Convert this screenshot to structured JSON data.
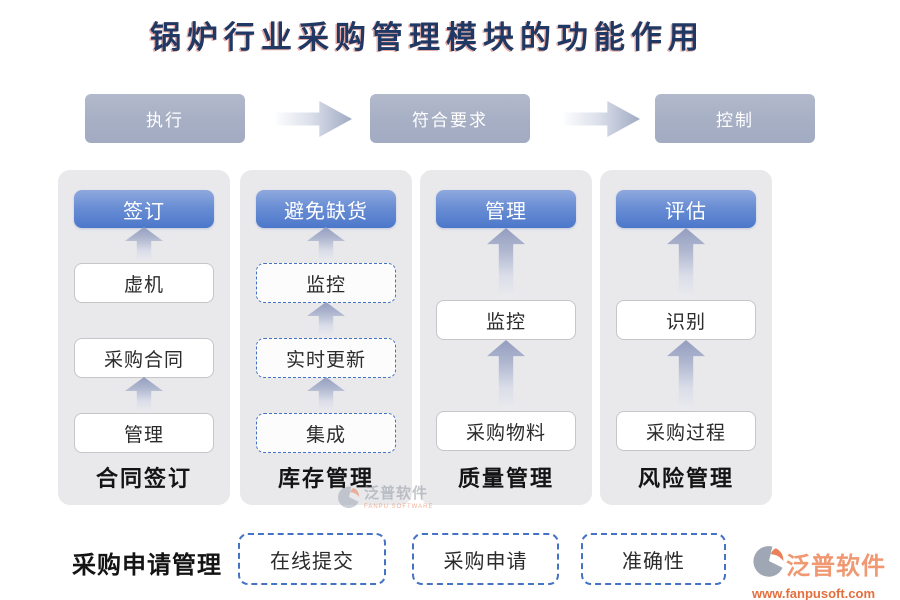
{
  "title": "锅炉行业采购管理模块的功能作用",
  "top_flow": {
    "steps": [
      "执行",
      "符合要求",
      "控制"
    ]
  },
  "columns": [
    {
      "header": "签订",
      "items": [
        "虚机",
        "采购合同",
        "管理"
      ],
      "footer": "合同签订"
    },
    {
      "header": "避免缺货",
      "items": [
        "监控",
        "实时更新",
        "集成"
      ],
      "footer": "库存管理"
    },
    {
      "header": "管理",
      "items": [
        "监控",
        "采购物料"
      ],
      "footer": "质量管理"
    },
    {
      "header": "评估",
      "items": [
        "识别",
        "采购过程"
      ],
      "footer": "风险管理"
    }
  ],
  "bottom_row": {
    "label": "采购申请管理",
    "items": [
      "在线提交",
      "采购申请",
      "准确性"
    ]
  },
  "watermark": {
    "brand": "泛普软件",
    "brand_en": "FANPU SOFTWARE",
    "url": "www.fanpusoft.com"
  },
  "colors": {
    "accent_blue": "#4472C4",
    "button_gradient_top": "#8FA9DE",
    "button_gradient_bottom": "#4C77CA",
    "flow_box_fill": "#A7AFC5",
    "panel_bg": "#E9E9EC",
    "title_text": "#1F3864",
    "watermark_orange": "#E2632E"
  }
}
